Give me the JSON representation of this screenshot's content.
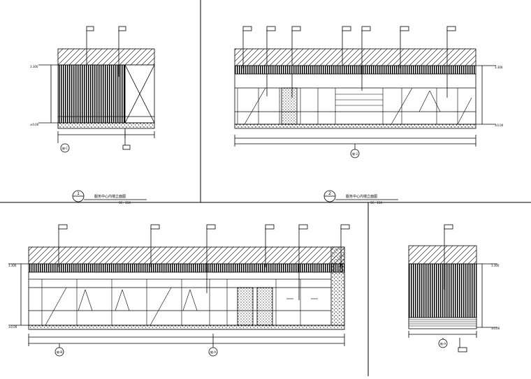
{
  "drawing_1": {
    "number": "1",
    "title": "服务中心内墙立面图",
    "scale": "SC：150"
  },
  "drawing_2": {
    "number": "2",
    "title": "服务中心内墙立面图",
    "scale": "SC：150"
  },
  "level_marks": {
    "top": "3.300",
    "floor": "±0.00"
  },
  "axis_labels": {
    "a": "轴-C",
    "b": "轴-2",
    "c": "轴-B",
    "d": "轴-A"
  },
  "colors": {
    "line": "#000000",
    "background": "#ffffff"
  }
}
